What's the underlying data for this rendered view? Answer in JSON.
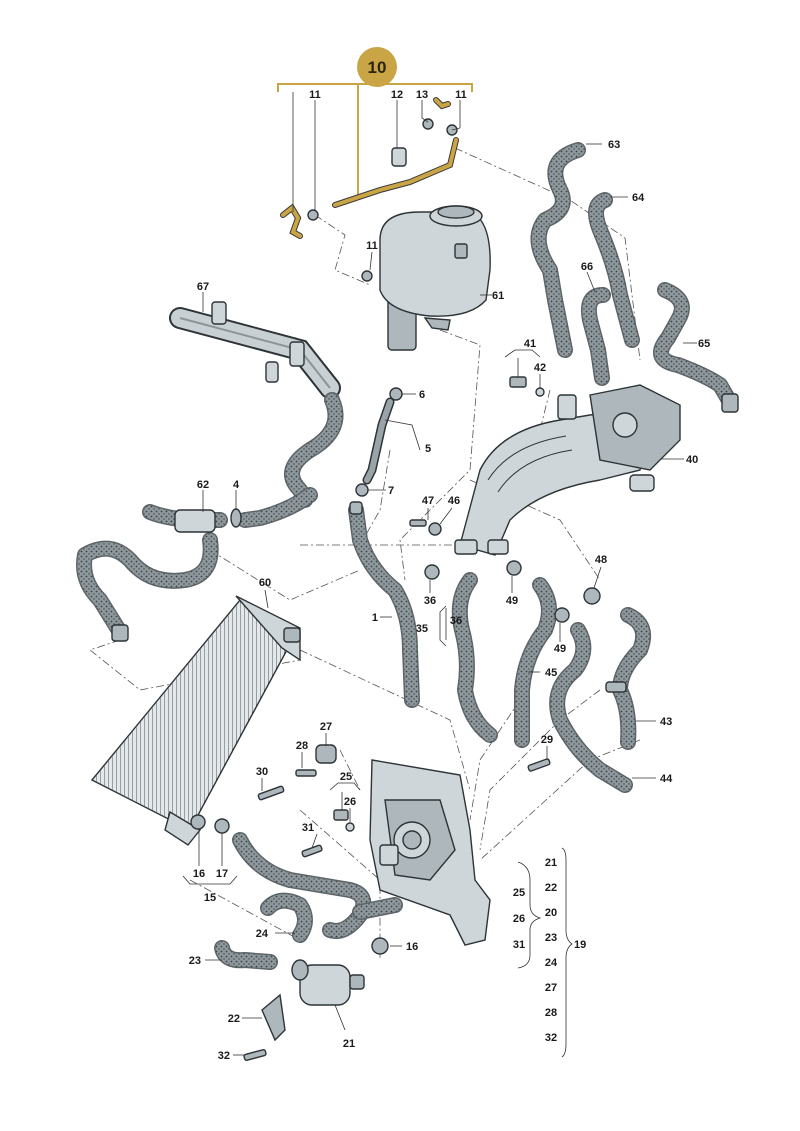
{
  "callout": {
    "number": "10",
    "color": "#c9a545"
  },
  "labels": {
    "l1": "1",
    "l4": "4",
    "l5": "5",
    "l6": "6",
    "l7": "7",
    "l11a": "11",
    "l11b": "11",
    "l11c": "11",
    "l12": "12",
    "l13": "13",
    "l15": "15",
    "l16a": "16",
    "l16b": "16",
    "l17": "17",
    "l21": "21",
    "l22": "22",
    "l23": "23",
    "l24": "24",
    "l25": "25",
    "l26": "26",
    "l27": "27",
    "l28": "28",
    "l29": "29",
    "l30": "30",
    "l31": "31",
    "l32": "32",
    "l35": "35",
    "l36a": "36",
    "l36b": "36",
    "l40": "40",
    "l41": "41",
    "l42": "42",
    "l43": "43",
    "l44": "44",
    "l45": "45",
    "l46": "46",
    "l47": "47",
    "l48": "48",
    "l49a": "49",
    "l49b": "49",
    "l60": "60",
    "l61": "61",
    "l62": "62",
    "l63": "63",
    "l64": "64",
    "l65": "65",
    "l66": "66",
    "l67": "67"
  },
  "group_19": {
    "label": "19",
    "left": [
      "25",
      "26",
      "31"
    ],
    "right": [
      "21",
      "22",
      "20",
      "23",
      "24",
      "27",
      "28",
      "32"
    ]
  }
}
